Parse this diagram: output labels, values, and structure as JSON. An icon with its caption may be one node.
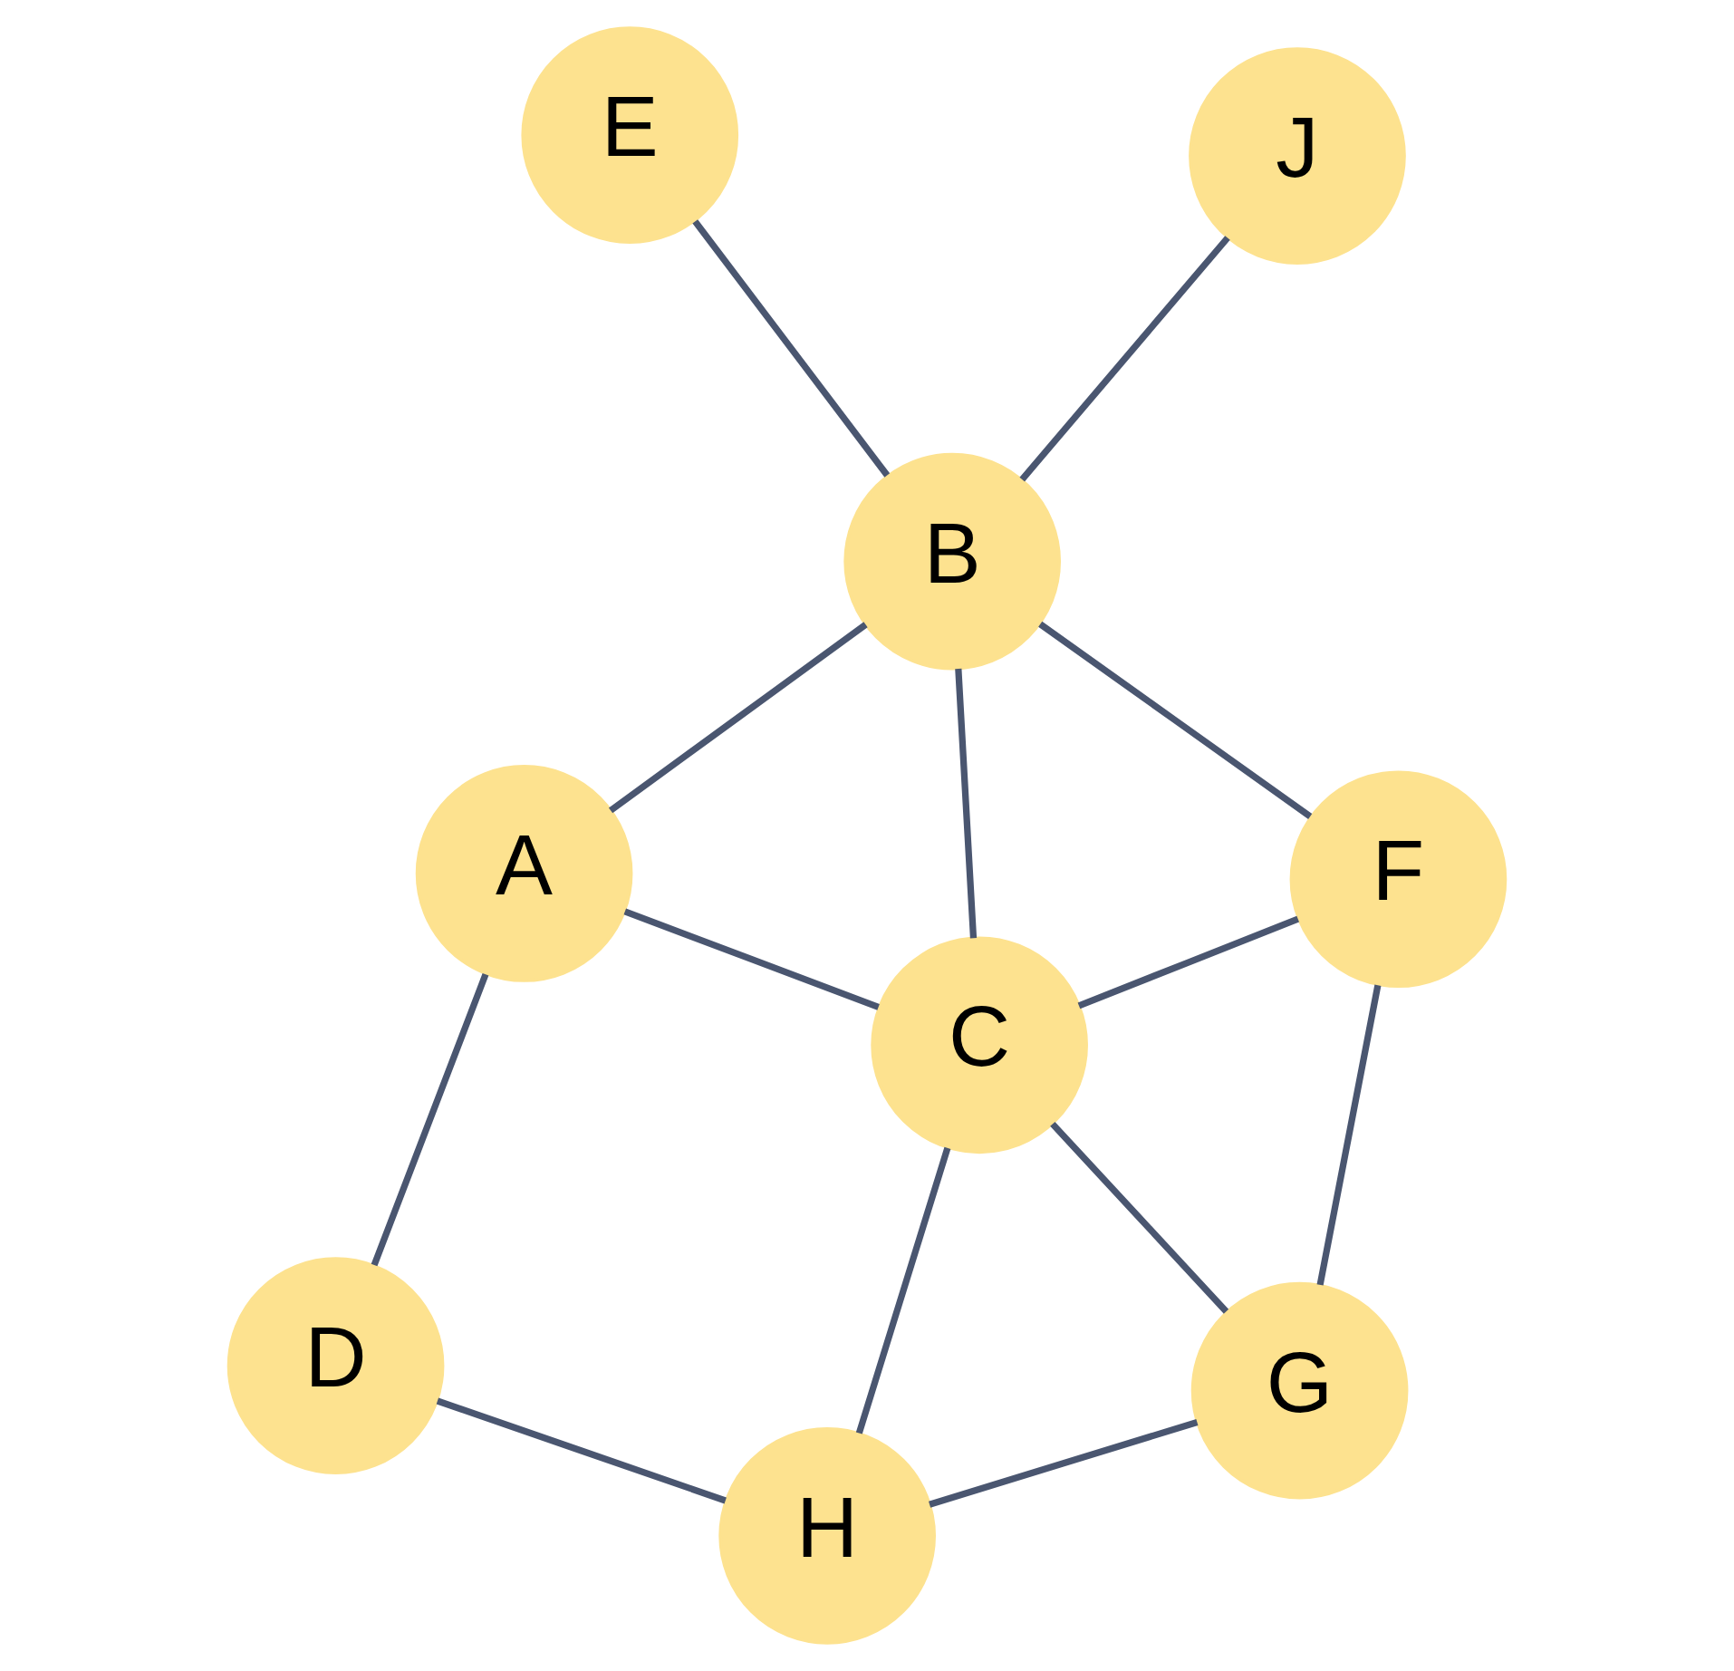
{
  "diagram": {
    "nodes": [
      {
        "text": [
          "E"
        ]
      },
      {
        "text": [
          "F"
        ]
      },
      {
        "text": [
          "G"
        ]
      },
      {
        "text": [
          "B"
        ]
      },
      {
        "text": [
          "C"
        ]
      },
      {
        "text": [
          "H"
        ]
      },
      {
        "text": [
          "A"
        ]
      },
      {
        "text": [
          "J"
        ]
      },
      {
        "text": [
          "D"
        ]
      }
    ],
    "edges": [
      {
        "from": 0,
        "to": 3,
        "arrow": "none"
      },
      {
        "from": 1,
        "to": 2,
        "arrow": "none"
      },
      {
        "from": 1,
        "to": 3,
        "arrow": "none"
      },
      {
        "from": 1,
        "to": 4,
        "arrow": "none"
      },
      {
        "from": 2,
        "to": 4,
        "arrow": "none"
      },
      {
        "from": 2,
        "to": 5,
        "arrow": "none"
      },
      {
        "from": 3,
        "to": 4,
        "arrow": "none"
      },
      {
        "from": 3,
        "to": 6,
        "arrow": "none"
      },
      {
        "from": 3,
        "to": 7,
        "arrow": "none"
      },
      {
        "from": 4,
        "to": 6,
        "arrow": "none"
      },
      {
        "from": 4,
        "to": 5,
        "arrow": "none"
      },
      {
        "from": 6,
        "to": 8,
        "arrow": "none"
      },
      {
        "from": 5,
        "to": 8,
        "arrow": "none"
      }
    ]
  }
}
